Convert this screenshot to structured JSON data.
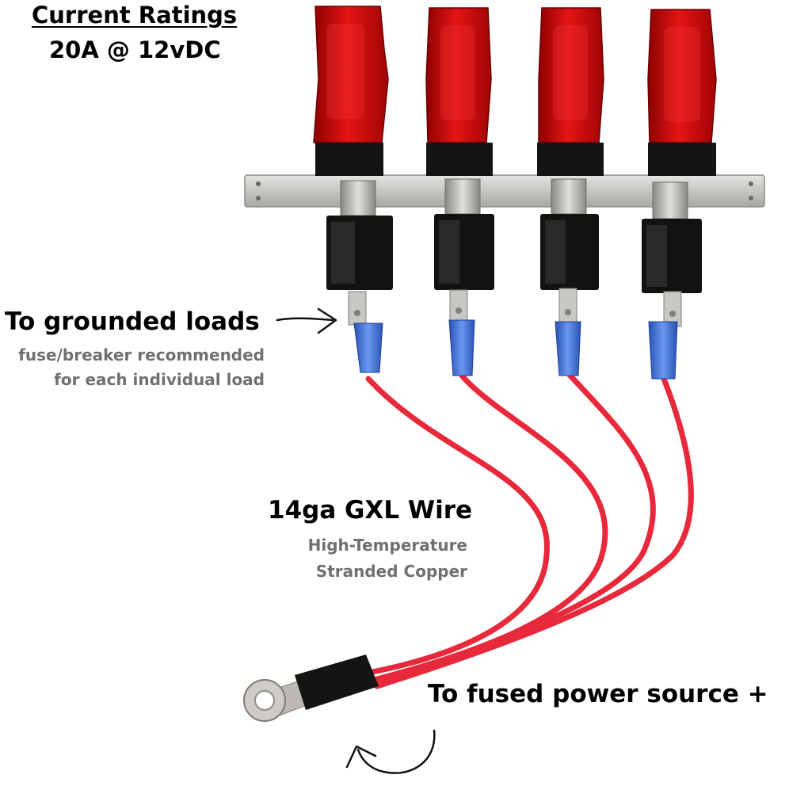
{
  "ratings": {
    "title": "Current Ratings",
    "value": "20A @ 12vDC"
  },
  "loads": {
    "title": "To grounded loads",
    "note": "fuse/breaker recommended\nfor each individual load"
  },
  "wire": {
    "title": "14ga GXL Wire",
    "note": "High-Temperature\nStranded Copper"
  },
  "power": {
    "title": "To fused power source +"
  },
  "photo": {
    "switch_count": 4,
    "icons": [
      "toggle-switch-icon",
      "ring-terminal-icon",
      "arrow-icon"
    ],
    "colors": {
      "cover_red": "#d40d0d",
      "wire_red": "#e8283b",
      "connector_blue": "#3d6fd8",
      "plate_silver": "#c2c0bd",
      "switch_body": "#121212"
    }
  }
}
